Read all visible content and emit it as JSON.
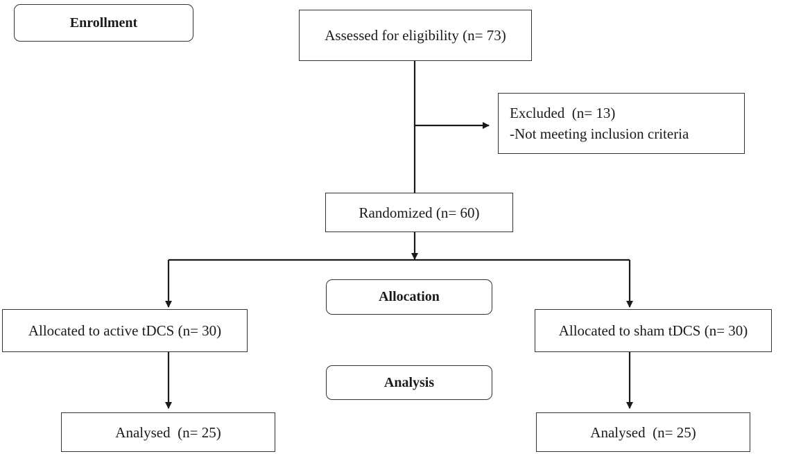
{
  "stages": {
    "enrollment": "Enrollment",
    "allocation": "Allocation",
    "analysis": "Analysis"
  },
  "boxes": {
    "assessed": "Assessed for eligibility (n= 73)",
    "excluded_title": "Excluded  (n= 13)",
    "excluded_reason": "-Not meeting inclusion criteria",
    "randomized": "Randomized (n= 60)",
    "allocated_active": "Allocated to active tDCS (n= 30)",
    "allocated_sham": "Allocated to sham tDCS (n= 30)",
    "analysed_active": "Analysed  (n= 25)",
    "analysed_sham": "Analysed  (n= 25)"
  },
  "colors": {
    "line": "#1a1a1a",
    "border": "#333333",
    "background": "#ffffff"
  }
}
